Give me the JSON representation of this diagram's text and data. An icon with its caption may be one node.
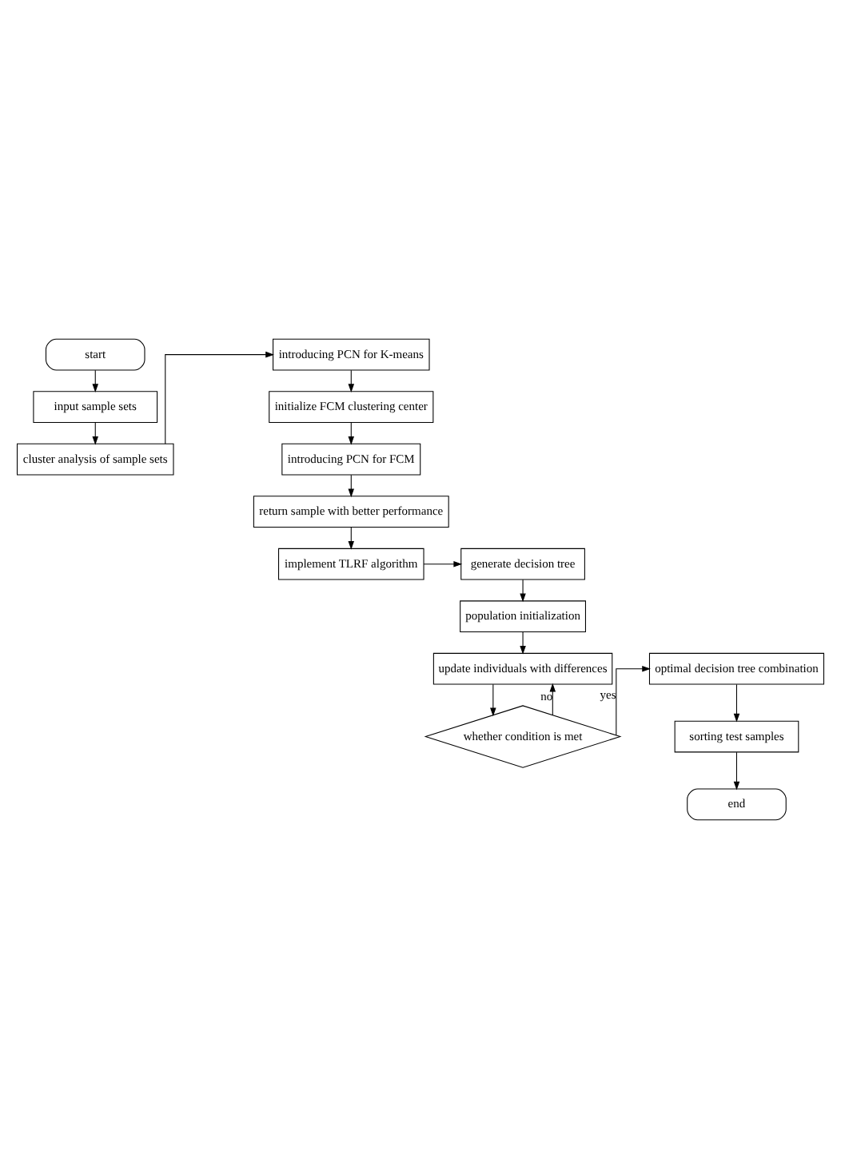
{
  "diagram": {
    "nodes": [
      {
        "text": [
          "start"
        ]
      },
      {
        "text": [
          "input sample sets"
        ]
      },
      {
        "text": [
          "cluster analysis of sample sets"
        ]
      },
      {
        "text": [
          "introducing PCN for K-means"
        ]
      },
      {
        "text": [
          "initialize FCM clustering center"
        ]
      },
      {
        "text": [
          "introducing PCN for FCM"
        ]
      },
      {
        "text": [
          "return sample with better performance"
        ]
      },
      {
        "text": [
          "implement TLRF algorithm"
        ]
      },
      {
        "text": [
          "generate decision tree"
        ]
      },
      {
        "text": [
          "population initialization"
        ]
      },
      {
        "text": [
          "optimal decision tree combination"
        ]
      },
      {
        "text": [
          "update individuals with differences"
        ]
      },
      {
        "text": [
          "whether condition is met"
        ]
      },
      {
        "text": [
          "sorting test samples"
        ]
      },
      {
        "text": [
          "end"
        ]
      }
    ],
    "edges": [
      {
        "from": 0,
        "to": 1,
        "arrow": "to"
      },
      {
        "from": 1,
        "to": 2,
        "arrow": "to"
      },
      {
        "from": 2,
        "to": 3,
        "arrow": "to"
      },
      {
        "from": 3,
        "to": 4,
        "arrow": "to"
      },
      {
        "from": 4,
        "to": 5,
        "arrow": "to"
      },
      {
        "from": 5,
        "to": 6,
        "arrow": "to"
      },
      {
        "from": 6,
        "to": 7,
        "arrow": "to"
      },
      {
        "from": 7,
        "to": 8,
        "arrow": "to"
      },
      {
        "from": 8,
        "to": 9,
        "arrow": "to"
      },
      {
        "from": 9,
        "to": 11,
        "arrow": "to"
      },
      {
        "from": 11,
        "to": 12,
        "arrow": "to"
      },
      {
        "from": 12,
        "to": 10,
        "label": "yes",
        "arrow": "to"
      },
      {
        "from": 12,
        "to": 11,
        "label": "no",
        "arrow": "to"
      },
      {
        "from": 10,
        "to": 13,
        "arrow": "to"
      },
      {
        "from": 13,
        "to": 14,
        "arrow": "to"
      }
    ]
  }
}
